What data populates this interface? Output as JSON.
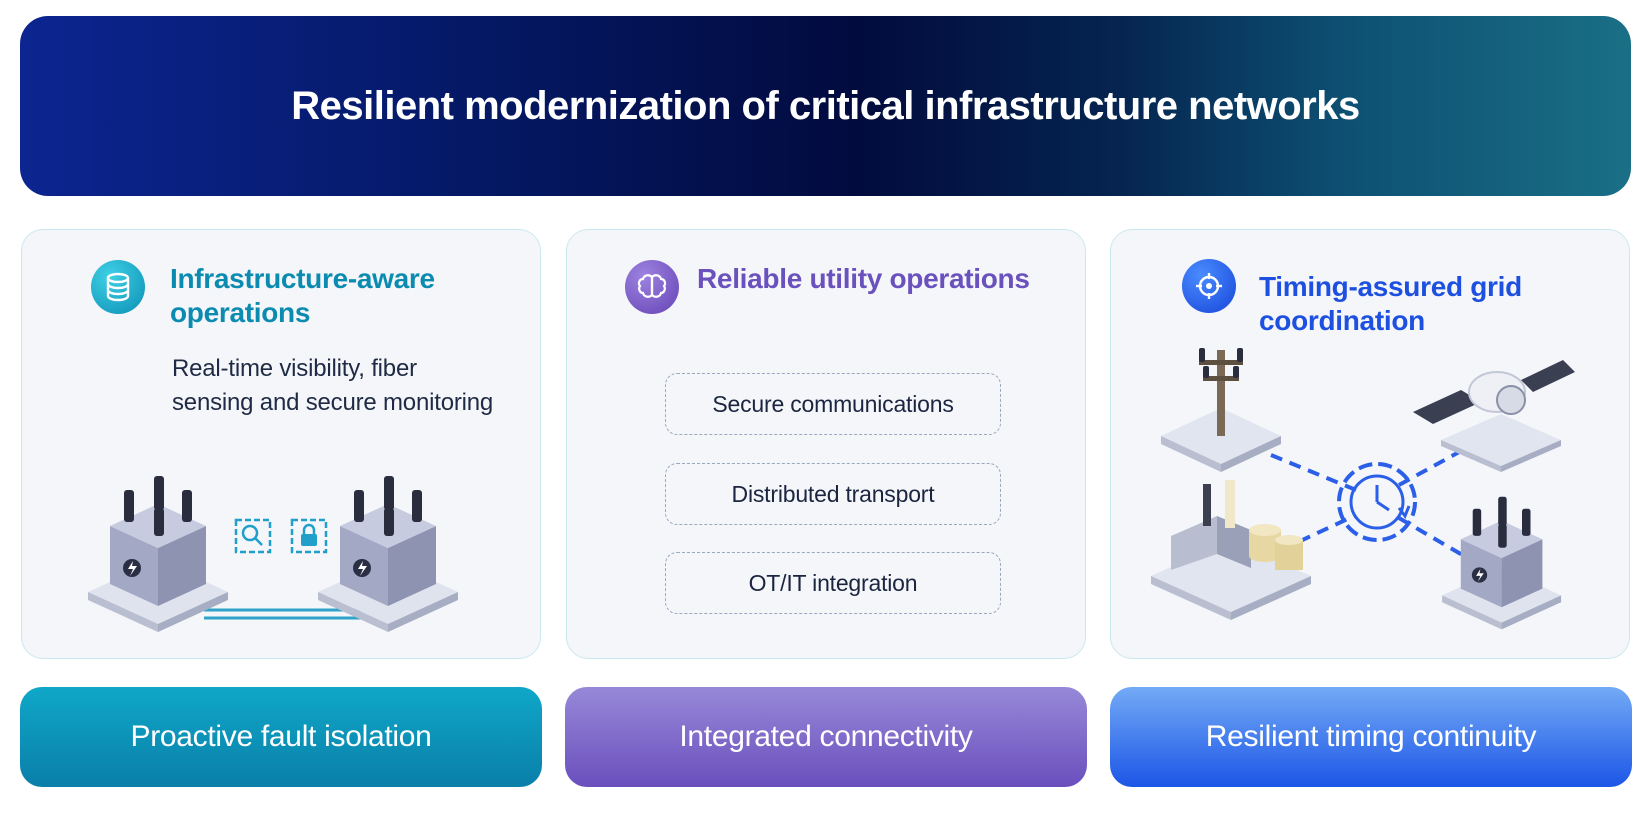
{
  "title": "Resilient modernization of critical infrastructure networks",
  "panels": [
    {
      "title_line1": "Infrastructure-aware",
      "title_line2": "operations",
      "subtitle": "Real-time visibility, fiber sensing and secure monitoring",
      "icon": "database-icon",
      "accent": "#0b8bb0"
    },
    {
      "title": "Reliable utility operations",
      "icon": "brain-icon",
      "accent": "#6a51bd",
      "items": [
        "Secure communications",
        "Distributed transport",
        "OT/IT integration"
      ]
    },
    {
      "title_line1": "Timing-assured grid",
      "title_line2": "coordination",
      "icon": "crosshair-icon",
      "accent": "#1d4fe0"
    }
  ],
  "footers": [
    "Proactive fault isolation",
    "Integrated connectivity",
    "Resilient timing continuity"
  ]
}
